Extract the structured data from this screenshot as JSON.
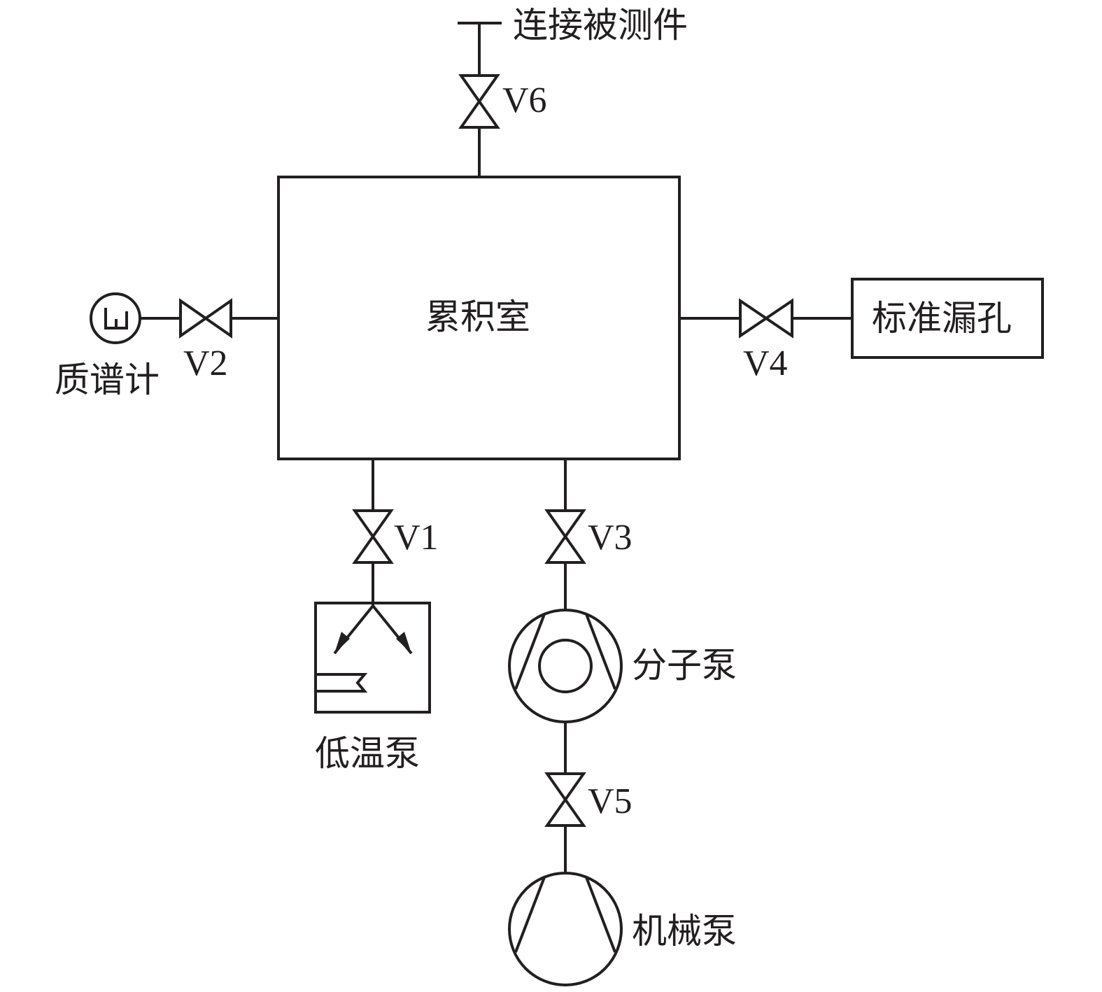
{
  "labels": {
    "dut": "连接被测件",
    "chamber": "累积室",
    "mass_spec": "质谱计",
    "std_leak": "标准漏孔",
    "cryo_pump": "低温泵",
    "molecular_pump": "分子泵",
    "mechanical_pump": "机械泵"
  },
  "valves": {
    "v1": "V1",
    "v2": "V2",
    "v3": "V3",
    "v4": "V4",
    "v5": "V5",
    "v6": "V6"
  },
  "colors": {
    "line": "#231f20",
    "background": "#ffffff"
  }
}
